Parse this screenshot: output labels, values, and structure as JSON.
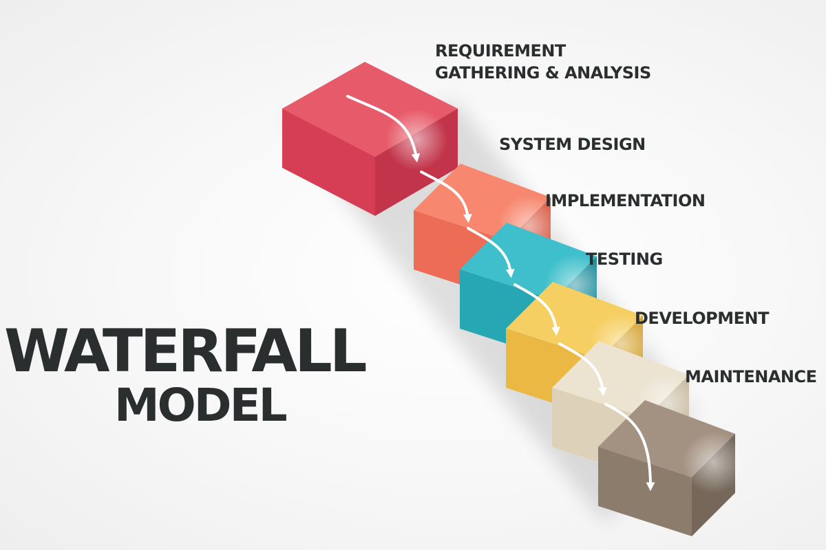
{
  "title": {
    "line1": "WATERFALL",
    "line2": "MODEL"
  },
  "stages": [
    {
      "lines": [
        "REQUIREMENT",
        "GATHERING & ANALYSIS"
      ],
      "top": "#e75a69",
      "front": "#d63e55",
      "side": "#c23449"
    },
    {
      "lines": [
        "SYSTEM DESIGN"
      ],
      "top": "#f7876e",
      "front": "#ec6c55",
      "side": "#d85a44"
    },
    {
      "lines": [
        "IMPLEMENTATION"
      ],
      "top": "#3ebfcb",
      "front": "#27a6b4",
      "side": "#1f8e9c"
    },
    {
      "lines": [
        "TESTING"
      ],
      "top": "#f6cf62",
      "front": "#eab843",
      "side": "#d6a333"
    },
    {
      "lines": [
        "DEVELOPMENT"
      ],
      "top": "#ece3d1",
      "front": "#ddd1ba",
      "side": "#c8bba2"
    },
    {
      "lines": [
        "MAINTENANCE"
      ],
      "top": "#a39282",
      "front": "#8c7c6c",
      "side": "#76675a"
    }
  ]
}
